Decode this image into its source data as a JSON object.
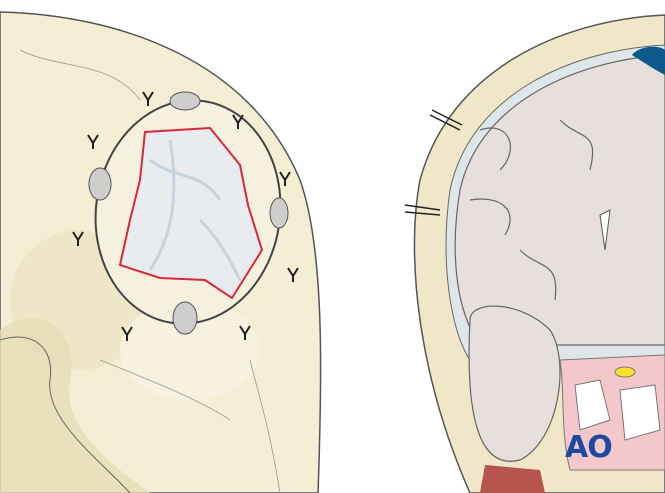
{
  "logo": {
    "text": "AO",
    "color": "#1b4aa0"
  },
  "colors": {
    "bone": "#f3ecd0",
    "bone_shadow": "#e7dcb4",
    "dura": "#eef0f2",
    "brain": "#e6dfdc",
    "outline": "#555555",
    "craniotomy_outline": "#d8283a",
    "fixation_plate": "#cfcccc",
    "sinus_mucosa": "#f1c3c7",
    "muscle": "#b5554e",
    "vessel": "#0e5a8a"
  },
  "icons": [
    "skull-lateral-view",
    "bone-flap",
    "fixation-plate",
    "suture-anchor",
    "coronal-brain-section"
  ]
}
